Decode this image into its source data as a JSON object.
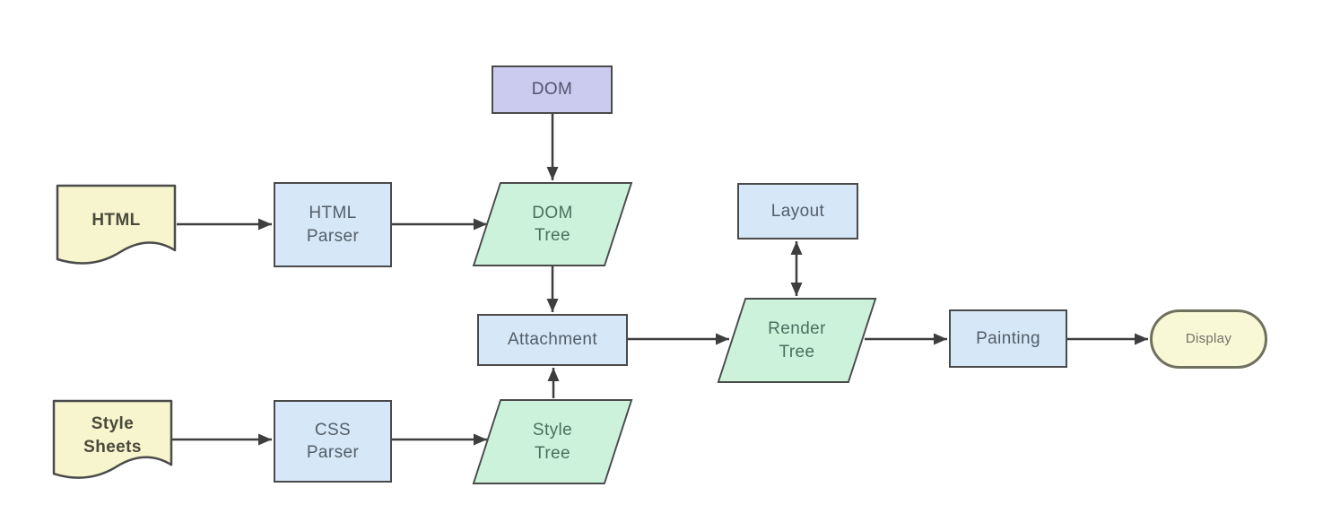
{
  "colors": {
    "background": "#ffffff",
    "document_fill": "#f6f5cd",
    "process_fill": "#d6e8f8",
    "tree_fill": "#cdf2dc",
    "dom_fill": "#cbcbf0",
    "display_fill": "#f8f7d6",
    "border": "#4a4a4a",
    "display_border": "#70705f",
    "arrow": "#3e3e3e"
  },
  "nodes": {
    "dom": {
      "label": "DOM"
    },
    "html_document": {
      "label": "HTML"
    },
    "html_parser": {
      "label": "HTML\nParser"
    },
    "dom_tree": {
      "label": "DOM\nTree"
    },
    "attachment": {
      "label": "Attachment"
    },
    "style_sheets": {
      "label": "Style\nSheets"
    },
    "css_parser": {
      "label": "CSS\nParser"
    },
    "style_tree": {
      "label": "Style\nTree"
    },
    "layout": {
      "label": "Layout"
    },
    "render_tree": {
      "label": "Render\nTree"
    },
    "painting": {
      "label": "Painting"
    },
    "display": {
      "label": "Display"
    }
  },
  "connections": [
    {
      "from": "html_document",
      "to": "html_parser",
      "type": "arrow"
    },
    {
      "from": "html_parser",
      "to": "dom_tree",
      "type": "arrow"
    },
    {
      "from": "dom",
      "to": "dom_tree",
      "type": "arrow"
    },
    {
      "from": "dom_tree",
      "to": "attachment",
      "type": "arrow"
    },
    {
      "from": "style_sheets",
      "to": "css_parser",
      "type": "arrow"
    },
    {
      "from": "css_parser",
      "to": "style_tree",
      "type": "arrow"
    },
    {
      "from": "style_tree",
      "to": "attachment",
      "type": "arrow"
    },
    {
      "from": "attachment",
      "to": "render_tree",
      "type": "arrow"
    },
    {
      "from": "layout",
      "to": "render_tree",
      "type": "double-arrow"
    },
    {
      "from": "render_tree",
      "to": "painting",
      "type": "arrow"
    },
    {
      "from": "painting",
      "to": "display",
      "type": "arrow"
    }
  ]
}
